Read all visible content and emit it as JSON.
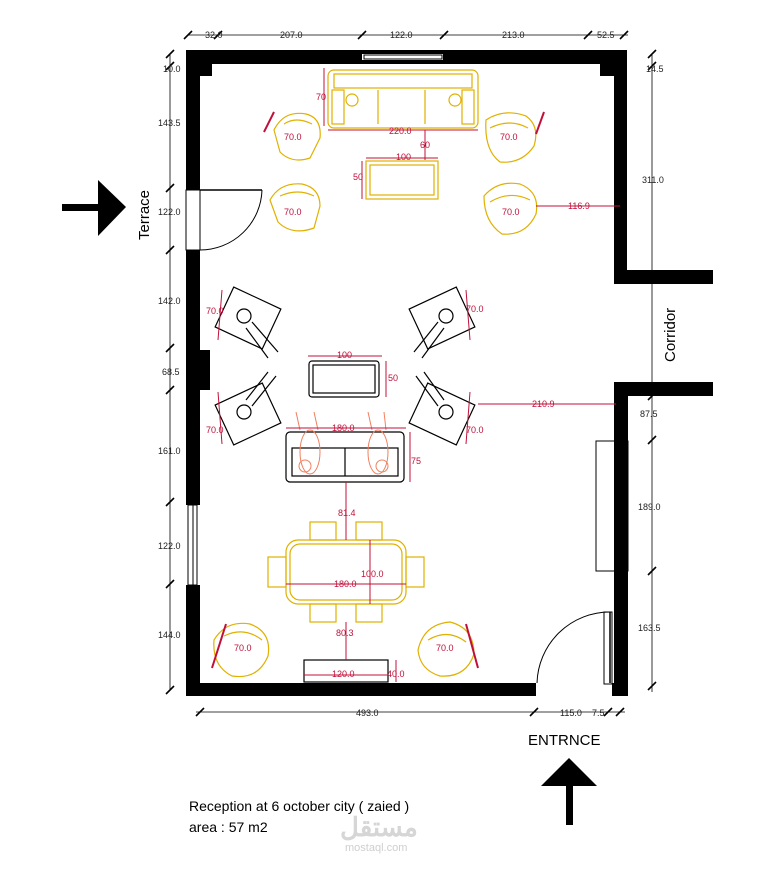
{
  "labels": {
    "terrace": "Terrace",
    "corridor": "Corridor",
    "entrance": "ENTRNCE",
    "caption_line1": "Reception at 6 october city ( zaied )",
    "caption_line2": "area : 57 m2",
    "watermark": "مستقل",
    "watermark_sub": "mostaql.com"
  },
  "dims_top": [
    "32.0",
    "207.0",
    "122.0",
    "213.0",
    "52.5"
  ],
  "dims_left": [
    "10.0",
    "143.5",
    "122.0",
    "142.0",
    "68.5",
    "161.0",
    "122.0",
    "144.0"
  ],
  "dims_right": [
    "14.5",
    "311.0",
    "87.5",
    "189.0",
    "163.5"
  ],
  "dims_bottom": [
    "493.0",
    "115.0",
    "7.5"
  ],
  "measure_labels": {
    "sofa_height": "70",
    "sofa_length": "220.0",
    "sofa_gap": "60",
    "armchair_tl": "70.0",
    "armchair_tr": "70.0",
    "armchair_ml": "70.0",
    "armchair_mr": "70.0",
    "armchair_mr_gap": "116.9",
    "coffee_table_w": "100",
    "coffee_table_h": "50",
    "lounge_tl": "70.0",
    "lounge_tr": "70.0",
    "lounge_bl": "70.0",
    "lounge_br": "70.0",
    "lounge_table_w": "100",
    "lounge_table_h": "50",
    "lounge_gap": "210.9",
    "couch_len": "180.0",
    "couch_depth": "75",
    "couch_gap": "81.4",
    "dining_len": "180.0",
    "dining_w": "100.0",
    "dining_gap": "80.3",
    "chair_bl": "70.0",
    "chair_br": "70.0",
    "console_len": "120.0",
    "console_depth": "40.0"
  },
  "colors": {
    "wall": "#000000",
    "furniture_yellow": "#e0b100",
    "measure_red": "#c0103a",
    "chair_orange": "#f08060"
  }
}
